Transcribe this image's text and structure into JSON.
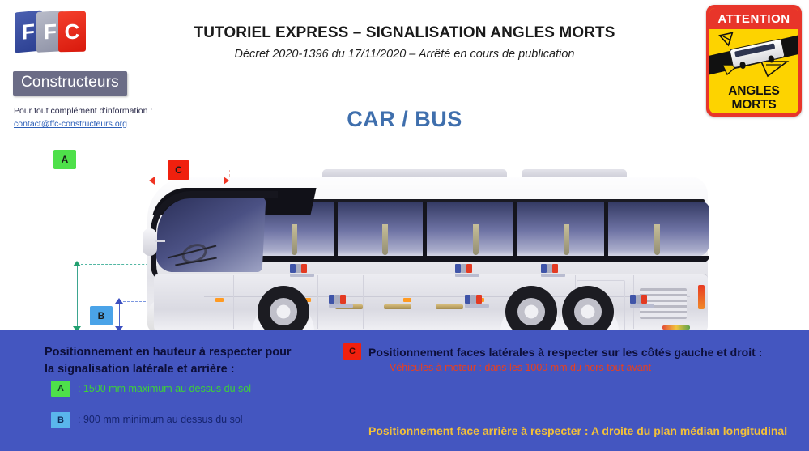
{
  "header": {
    "logo": {
      "letters": [
        "F",
        "F",
        "C"
      ],
      "badge_label": "Constructeurs"
    },
    "contact_line": "Pour tout complément d'information :",
    "contact_email": "contact@ffc-constructeurs.org",
    "title": "TUTORIEL EXPRESS – SIGNALISATION ANGLES MORTS",
    "subtitle": "Décret 2020-1396 du 17/11/2020 – Arrêté en cours de publication",
    "vehicle_type": "CAR / BUS"
  },
  "sticker": {
    "top_label": "ATTENTION",
    "bottom_line1": "ANGLES",
    "bottom_line2": "MORTS",
    "colors": {
      "red": "#e8352a",
      "yellow": "#fdd300",
      "black": "#111111"
    }
  },
  "diagram": {
    "markers": {
      "a": "A",
      "b": "B",
      "c": "C"
    },
    "colors": {
      "a": "#4ee04a",
      "b": "#4aa3e8",
      "c": "#f0200e",
      "ground": "#3f5bc4"
    }
  },
  "panel": {
    "left": {
      "title_line1": "Positionnement en hauteur à respecter pour",
      "title_line2": "la signalisation latérale et arrière :",
      "items": [
        {
          "badge": "A",
          "text": ": 1500 mm maximum au dessus du sol",
          "color": "#3dd236"
        },
        {
          "badge": "B",
          "text": ": 900 mm minimum au dessus du sol",
          "color": "#16246e"
        }
      ]
    },
    "right": {
      "badge": "C",
      "title": "Positionnement faces latérales à respecter sur les côtés gauche et droit :",
      "bullet_dash": "-",
      "bullet_text": "Véhicules à moteur : dans les 1000 mm du hors tout avant",
      "rear_title": "Positionnement face arrière à respecter : ",
      "rear_value": "A droite du plan médian longitudinal"
    },
    "background": "#4456c0"
  }
}
